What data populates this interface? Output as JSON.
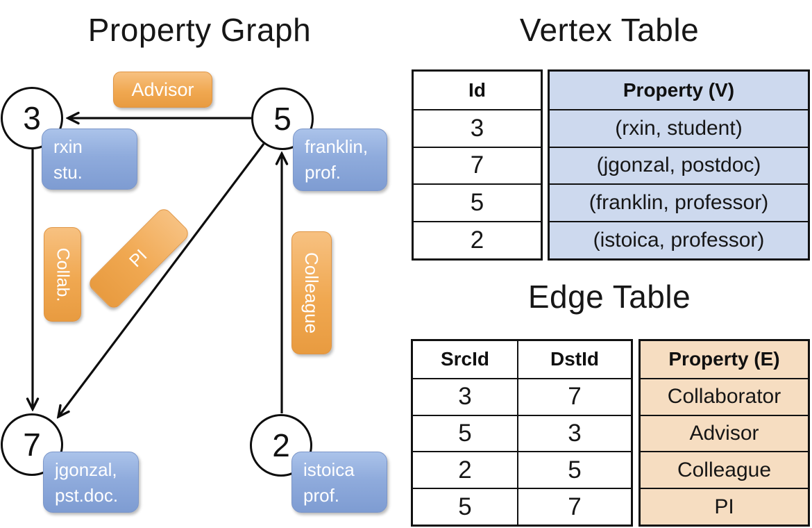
{
  "graph": {
    "title": "Property Graph",
    "nodes": [
      {
        "id": "3",
        "prop_line1": "rxin",
        "prop_line2": "stu."
      },
      {
        "id": "5",
        "prop_line1": "franklin,",
        "prop_line2": "prof."
      },
      {
        "id": "7",
        "prop_line1": "jgonzal,",
        "prop_line2": "pst.doc."
      },
      {
        "id": "2",
        "prop_line1": "istoica",
        "prop_line2": "prof."
      }
    ],
    "edges": [
      {
        "label": "Advisor"
      },
      {
        "label": "Collab."
      },
      {
        "label": "PI"
      },
      {
        "label": "Colleague"
      }
    ]
  },
  "vertex_table": {
    "title": "Vertex Table",
    "columns": [
      "Id",
      "Property (V)"
    ],
    "rows": [
      [
        "3",
        "(rxin, student)"
      ],
      [
        "7",
        "(jgonzal, postdoc)"
      ],
      [
        "5",
        "(franklin, professor)"
      ],
      [
        "2",
        "(istoica, professor)"
      ]
    ]
  },
  "edge_table": {
    "title": "Edge Table",
    "columns": [
      "SrcId",
      "DstId",
      "Property (E)"
    ],
    "rows": [
      [
        "3",
        "7",
        "Collaborator"
      ],
      [
        "5",
        "3",
        "Advisor"
      ],
      [
        "2",
        "5",
        "Colleague"
      ],
      [
        "5",
        "7",
        "PI"
      ]
    ]
  },
  "colors": {
    "edge_label_orange": "#f0a851",
    "vertex_label_blue": "#8fabdc",
    "vertex_table_fill": "#cdd9ee",
    "edge_table_fill": "#f6ddc1",
    "line_black": "#111111"
  }
}
